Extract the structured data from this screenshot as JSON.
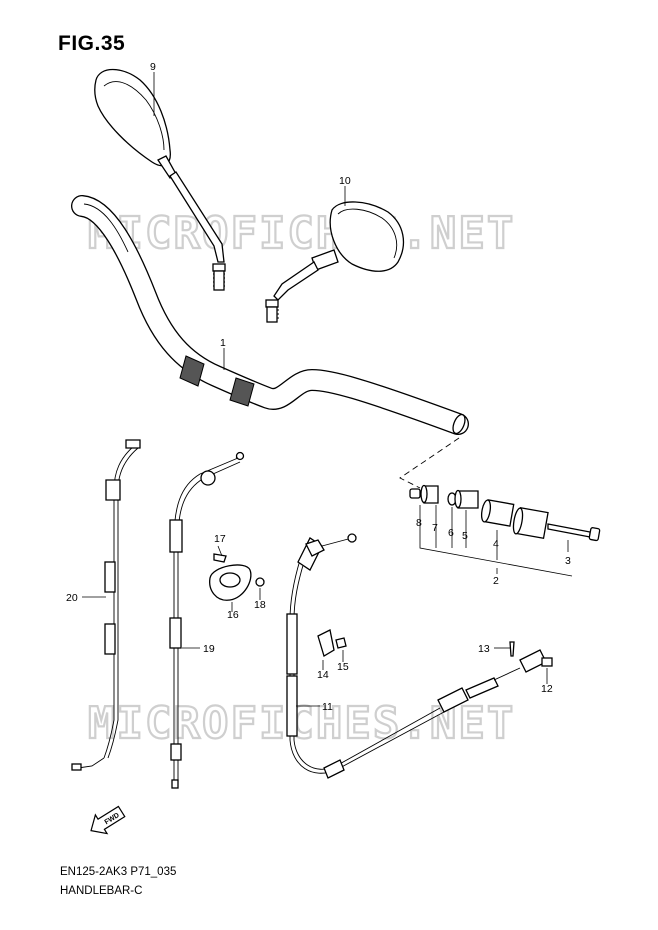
{
  "figure": {
    "title": "FIG.35",
    "code": "EN125-2AK3 P71_035",
    "name": "HANDLEBAR-C"
  },
  "watermark": {
    "text": "MICROFICHES.NET",
    "color": "#cfcfcf"
  },
  "callouts": {
    "c1": "1",
    "c2": "2",
    "c3": "3",
    "c4": "4",
    "c5": "5",
    "c6": "6",
    "c7": "7",
    "c8": "8",
    "c9": "9",
    "c10": "10",
    "c11": "11",
    "c12": "12",
    "c13": "13",
    "c14": "14",
    "c15": "15",
    "c16": "16",
    "c17": "17",
    "c18": "18",
    "c19": "19",
    "c20": "20"
  },
  "fwd_arrow": {
    "label": "FWD"
  }
}
